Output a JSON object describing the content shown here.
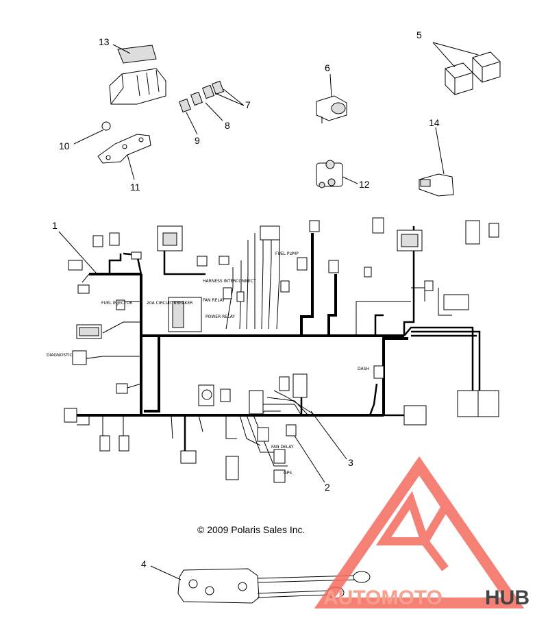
{
  "callouts": [
    {
      "id": "c1",
      "text": "1"
    },
    {
      "id": "c2",
      "text": "2"
    },
    {
      "id": "c3",
      "text": "3"
    },
    {
      "id": "c4",
      "text": "4"
    },
    {
      "id": "c5",
      "text": "5"
    },
    {
      "id": "c6",
      "text": "6"
    },
    {
      "id": "c7",
      "text": "7"
    },
    {
      "id": "c8",
      "text": "8"
    },
    {
      "id": "c9",
      "text": "9"
    },
    {
      "id": "c10",
      "text": "10"
    },
    {
      "id": "c11",
      "text": "11"
    },
    {
      "id": "c12",
      "text": "12"
    },
    {
      "id": "c13",
      "text": "13"
    },
    {
      "id": "c14",
      "text": "14"
    }
  ],
  "labels": {
    "fuel_injector": "FUEL INJECTOR",
    "circuit_breaker": "20A CIRCUIT BREAKER",
    "harness_interconnect": "HARNESS INTERCONNECT",
    "fuel_pump": "FUEL PUMP",
    "fan_relay": "FAN RELAY",
    "power_relay": "POWER RELAY",
    "diagnostic": "DIAGNOSTIC",
    "fan_delay": "FAN DELAY",
    "dash": "DASH",
    "gps": "GPS"
  },
  "copyright": "© 2009 Polaris Sales Inc.",
  "watermark": {
    "part1": "AUTOMOTO",
    "part2": "HUB",
    "color1": "#f7a08e",
    "color2": "#444444",
    "triangle_color": "#f36b5f"
  }
}
